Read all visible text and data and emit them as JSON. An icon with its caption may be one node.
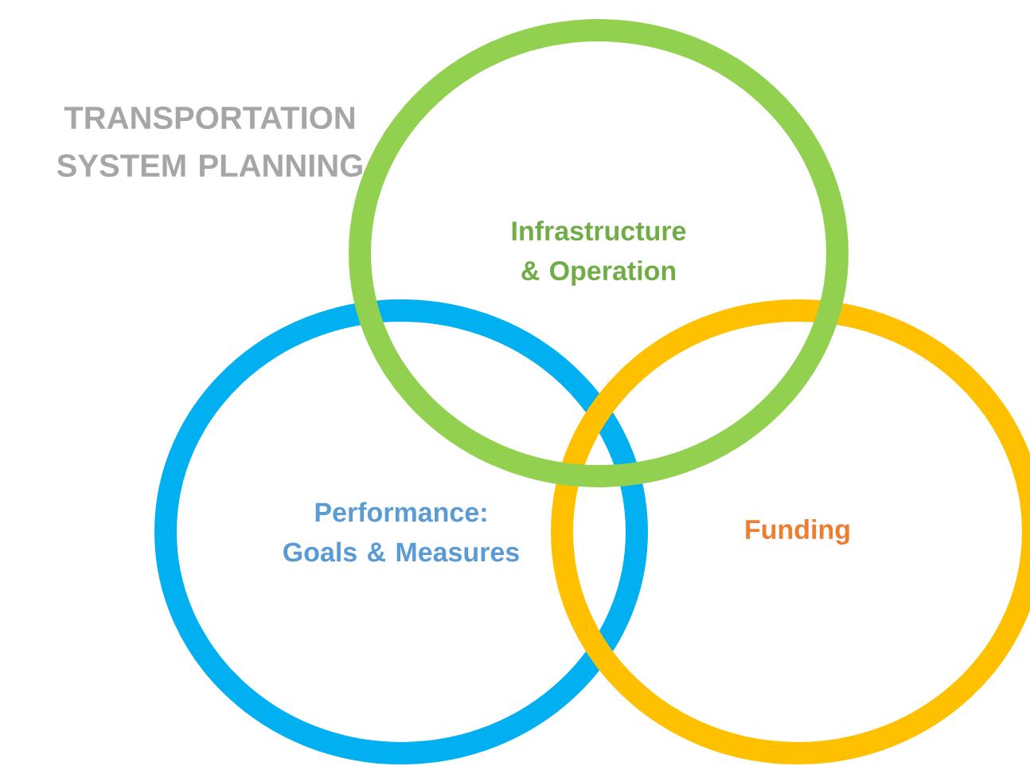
{
  "diagram": {
    "title": "TRANSPORTATION SYSTEM PLANNING",
    "nodes": [
      {
        "text": [
          "Infrastructure & Operation"
        ]
      },
      {
        "text": [
          "Performance: Goals & Measures"
        ]
      },
      {
        "text": [
          "Funding"
        ]
      }
    ]
  }
}
